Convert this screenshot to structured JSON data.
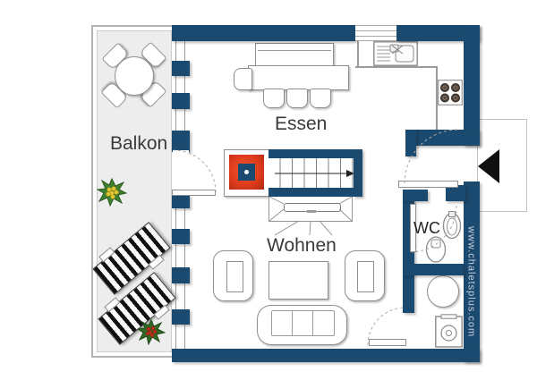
{
  "plan": {
    "type": "apartment-floor-plan",
    "rooms": [
      {
        "name": "balcony",
        "label": "Balkon"
      },
      {
        "name": "dining",
        "label": "Essen"
      },
      {
        "name": "living",
        "label": "Wohnen"
      },
      {
        "name": "wc",
        "label": "WC"
      }
    ],
    "watermark": "www.chaletsplus.com"
  },
  "colors": {
    "wall": "#1b4a70",
    "fireplace_red": "#df3b1c",
    "balcony_floor": "#ededed",
    "entrance_marker": "#101010",
    "label_text": "#3a3a3a",
    "watermark_text": "#c6cfdc"
  },
  "icons": [
    "round-table-icon",
    "patio-chair-icon",
    "sun-lounger-icon",
    "flower-pot-icon",
    "dining-bench-icon",
    "dining-table-icon",
    "dining-chair-icon",
    "kitchen-sink-icon",
    "stove-icon",
    "fireplace-icon",
    "stairs-icon",
    "tv-sideboard-icon",
    "armchair-icon",
    "coffee-table-icon",
    "sofa-icon",
    "entrance-arrow-icon",
    "door-swing-icon",
    "wc-sink-icon",
    "toilet-icon",
    "boiler-icon",
    "washing-machine-icon",
    "window-icon"
  ]
}
